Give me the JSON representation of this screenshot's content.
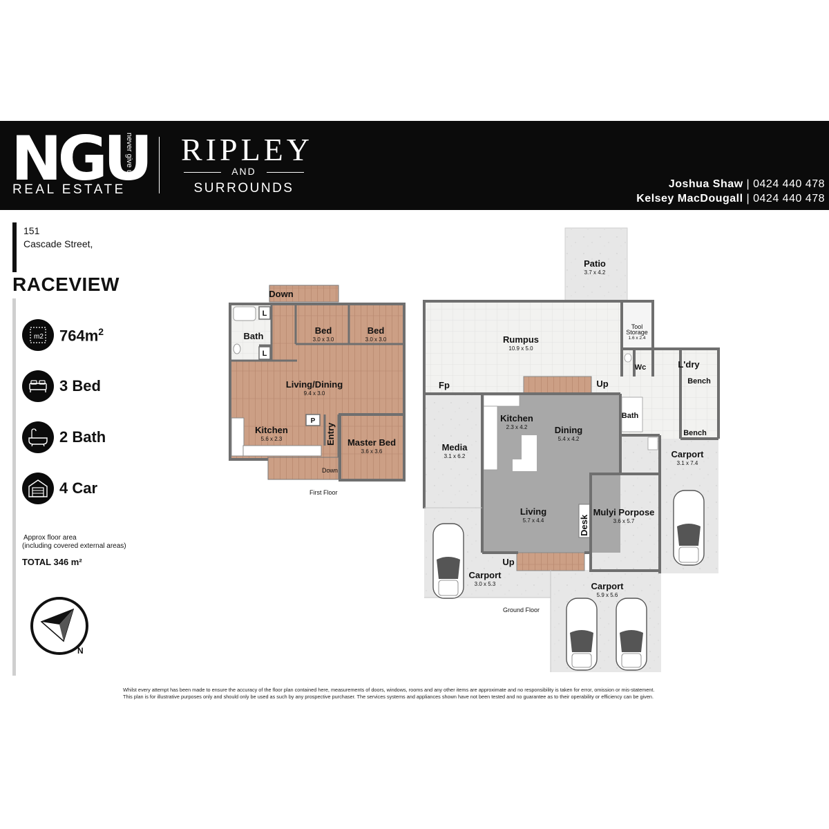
{
  "header": {
    "logo_main": "NGU",
    "logo_tagline": "never give up",
    "logo_sub": "REAL ESTATE",
    "brand_name": "RIPLEY",
    "brand_and": "AND",
    "brand_sub": "SURROUNDS",
    "agents": [
      {
        "name": "Joshua Shaw",
        "sep": "|",
        "phone": "0424 440 478"
      },
      {
        "name": "Kelsey MacDougall",
        "sep": "|",
        "phone": "0424 440 478"
      }
    ]
  },
  "property": {
    "number": "151",
    "street": "Cascade Street,",
    "suburb": "RACEVIEW",
    "features": [
      {
        "icon": "land-area-icon",
        "value": "764m",
        "sup": "2",
        "icon_text": "m2"
      },
      {
        "icon": "bed-icon",
        "value": "3 Bed"
      },
      {
        "icon": "bath-icon",
        "value": "2 Bath"
      },
      {
        "icon": "garage-icon",
        "value": "4 Car"
      }
    ],
    "approx_line1": "Approx floor area",
    "approx_line2": "(including covered external areas)",
    "total": "TOTAL  346 m²"
  },
  "first_floor": {
    "caption": "First Floor",
    "rooms": [
      {
        "name": "Bed",
        "dims": "3.0 x 3.0"
      },
      {
        "name": "Bed",
        "dims": "3.0 x 3.0"
      },
      {
        "name": "Bath",
        "dims": ""
      },
      {
        "name": "Living/Dining",
        "dims": "9.4 x 3.0"
      },
      {
        "name": "Kitchen",
        "dims": "5.6 x 2.3"
      },
      {
        "name": "Master Bed",
        "dims": "3.6 x 3.6"
      }
    ],
    "labels": {
      "down_top": "Down",
      "down_bottom": "Down",
      "entry": "Entry",
      "linen1": "L",
      "linen2": "L",
      "pantry": "P"
    }
  },
  "ground_floor": {
    "caption": "Ground Floor",
    "rooms": [
      {
        "name": "Patio",
        "dims": "3.7 x 4.2"
      },
      {
        "name": "Rumpus",
        "dims": "10.9 x 5.0"
      },
      {
        "name": "Tool Storage",
        "dims": "1.6 x 2.4"
      },
      {
        "name": "Wc",
        "dims": ""
      },
      {
        "name": "L'dry",
        "dims": ""
      },
      {
        "name": "Kitchen",
        "dims": "2.3 x 4.2"
      },
      {
        "name": "Dining",
        "dims": "5.4 x 4.2"
      },
      {
        "name": "Media",
        "dims": "3.1 x 6.2"
      },
      {
        "name": "Bath",
        "dims": ""
      },
      {
        "name": "Carport",
        "dims": "3.1 x 7.4"
      },
      {
        "name": "Living",
        "dims": "5.7 x 4.4"
      },
      {
        "name": "Mulyi Porpose",
        "dims": "3.6 x 5.7"
      },
      {
        "name": "Carport",
        "dims": "3.0 x 5.3"
      },
      {
        "name": "Carport",
        "dims": "5.9 x 5.6"
      }
    ],
    "labels": {
      "fp": "Fp",
      "up_top": "Up",
      "up_bottom": "Up",
      "bench1": "Bench",
      "bench2": "Bench",
      "desk": "Desk",
      "tool1": "Tool",
      "tool2": "Storage"
    }
  },
  "compass": {
    "north": "N"
  },
  "disclaimer": [
    "Whilst every attempt has been made to ensure the accuracy of the floor plan contained here, measurements of doors, windows, rooms and any other items are approximate and no responsibility is taken for error, omission or mis-statement.",
    "This plan is for illustrative purposes only and should only be used as such by any prospective purchaser. The services systems and appliances shown have not been tested and no guarantee as to their operability or efficiency can be given."
  ]
}
